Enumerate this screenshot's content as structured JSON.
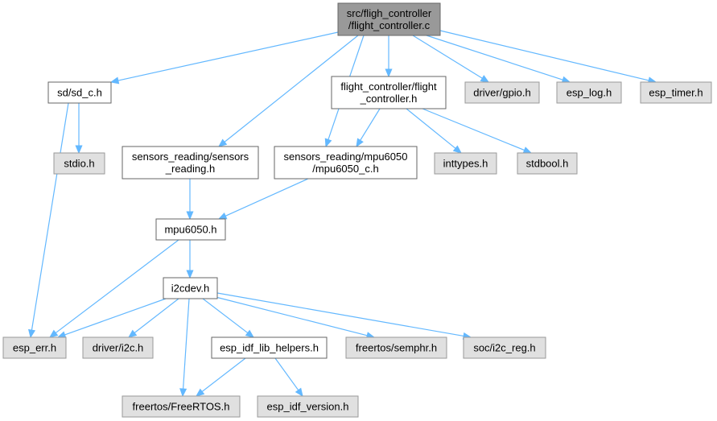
{
  "graph": {
    "nodes": {
      "root": [
        "src/fligh_controller",
        "/flight_controller.c"
      ],
      "sd": [
        "sd/sd_c.h"
      ],
      "sensors_reading": [
        "sensors_reading/sensors",
        "_reading.h"
      ],
      "fc_header": [
        "flight_controller/flight",
        "_controller.h"
      ],
      "mpu6050_c": [
        "sensors_reading/mpu6050",
        "/mpu6050_c.h"
      ],
      "gpio": [
        "driver/gpio.h"
      ],
      "esp_log": [
        "esp_log.h"
      ],
      "esp_timer": [
        "esp_timer.h"
      ],
      "stdio": [
        "stdio.h"
      ],
      "inttypes": [
        "inttypes.h"
      ],
      "stdbool": [
        "stdbool.h"
      ],
      "mpu6050": [
        "mpu6050.h"
      ],
      "i2cdev": [
        "i2cdev.h"
      ],
      "esp_err": [
        "esp_err.h"
      ],
      "driver_i2c": [
        "driver/i2c.h"
      ],
      "lib_helpers": [
        "esp_idf_lib_helpers.h"
      ],
      "semphr": [
        "freertos/semphr.h"
      ],
      "i2c_reg": [
        "soc/i2c_reg.h"
      ],
      "freertos": [
        "freertos/FreeRTOS.h"
      ],
      "idf_version": [
        "esp_idf_version.h"
      ]
    },
    "edges": [
      [
        "root",
        "sd"
      ],
      [
        "root",
        "sensors_reading"
      ],
      [
        "root",
        "mpu6050_c"
      ],
      [
        "root",
        "fc_header"
      ],
      [
        "root",
        "gpio"
      ],
      [
        "root",
        "esp_log"
      ],
      [
        "root",
        "esp_timer"
      ],
      [
        "sd",
        "stdio"
      ],
      [
        "sd",
        "esp_err"
      ],
      [
        "fc_header",
        "mpu6050_c"
      ],
      [
        "fc_header",
        "inttypes"
      ],
      [
        "fc_header",
        "stdbool"
      ],
      [
        "sensors_reading",
        "mpu6050"
      ],
      [
        "mpu6050_c",
        "mpu6050"
      ],
      [
        "mpu6050",
        "i2cdev"
      ],
      [
        "mpu6050",
        "esp_err"
      ],
      [
        "i2cdev",
        "esp_err"
      ],
      [
        "i2cdev",
        "driver_i2c"
      ],
      [
        "i2cdev",
        "lib_helpers"
      ],
      [
        "i2cdev",
        "semphr"
      ],
      [
        "i2cdev",
        "i2c_reg"
      ],
      [
        "i2cdev",
        "freertos"
      ],
      [
        "lib_helpers",
        "freertos"
      ],
      [
        "lib_helpers",
        "idf_version"
      ]
    ],
    "colors": {
      "edge": "#63b8ff",
      "root_fill": "#999999",
      "external_fill": "#e0e0e0",
      "local_fill": "#ffffff"
    }
  }
}
